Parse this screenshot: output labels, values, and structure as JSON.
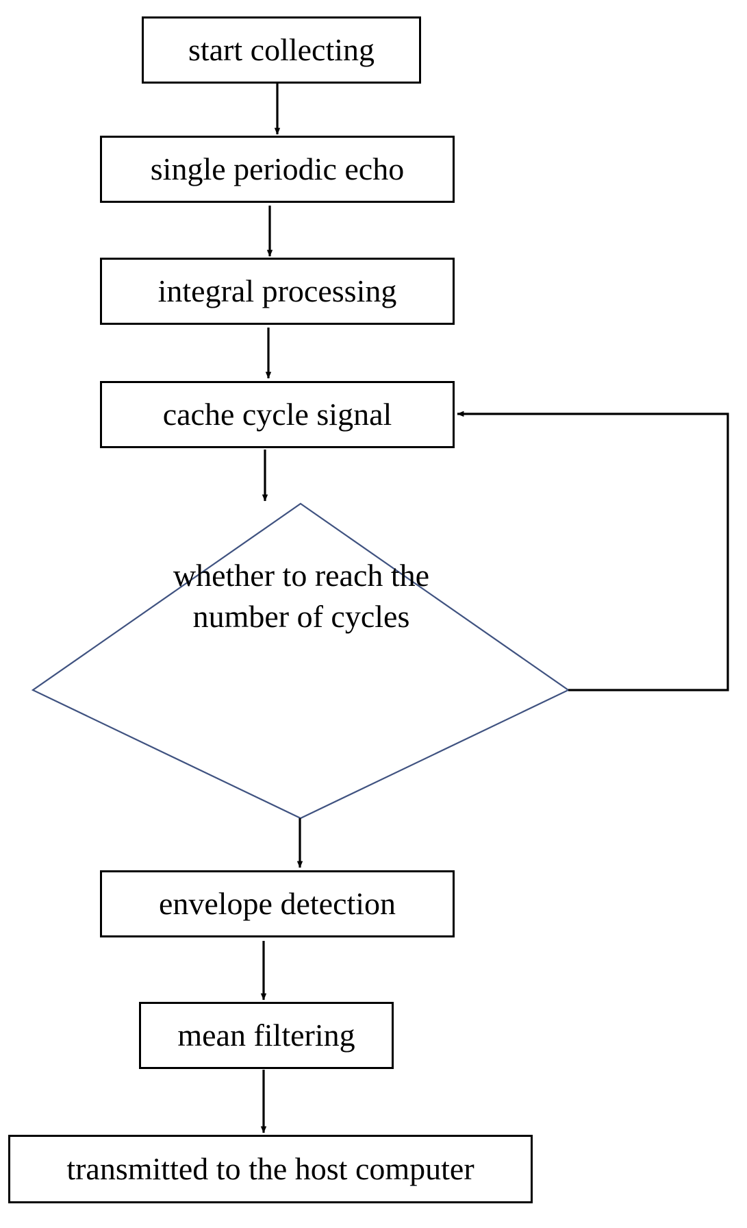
{
  "diagram": {
    "type": "flowchart",
    "title": "signal acquisition and processing flowchart",
    "orientation": "top-to-bottom",
    "colors": {
      "process_border": "#000000",
      "decision_border": "#3f5280",
      "edge": "#000000",
      "text": "#000000",
      "background": "#ffffff"
    },
    "nodes": [
      {
        "id": "start-collecting",
        "shape": "rectangle",
        "label": "start collecting"
      },
      {
        "id": "single-periodic-echo",
        "shape": "rectangle",
        "label": "single  periodic echo"
      },
      {
        "id": "integral-processing",
        "shape": "rectangle",
        "label": "integral processing"
      },
      {
        "id": "cache-cycle-signal",
        "shape": "rectangle",
        "label": "cache cycle signal"
      },
      {
        "id": "whether-to-reach-the-number-of-cycles",
        "shape": "diamond",
        "label": "whether to reach the\nnumber of cycles"
      },
      {
        "id": "envelope-detection",
        "shape": "rectangle",
        "label": "envelope detection"
      },
      {
        "id": "mean-filtering",
        "shape": "rectangle",
        "label": "mean filtering"
      },
      {
        "id": "transmitted-to-the-host-computer",
        "shape": "rectangle",
        "label": "transmitted to the host computer"
      }
    ],
    "edges": [
      {
        "id": "edge-start-to-echo",
        "from": "start-collecting",
        "to": "single-periodic-echo",
        "label": ""
      },
      {
        "id": "edge-echo-to-integral",
        "from": "single-periodic-echo",
        "to": "integral-processing",
        "label": ""
      },
      {
        "id": "edge-integral-to-cache",
        "from": "integral-processing",
        "to": "cache-cycle-signal",
        "label": ""
      },
      {
        "id": "edge-cache-to-decision",
        "from": "cache-cycle-signal",
        "to": "whether-to-reach-the-number-of-cycles",
        "label": ""
      },
      {
        "id": "edge-decision-loop-back",
        "from": "whether-to-reach-the-number-of-cycles",
        "to": "cache-cycle-signal",
        "label": ""
      },
      {
        "id": "edge-decision-to-envelope",
        "from": "whether-to-reach-the-number-of-cycles",
        "to": "envelope-detection",
        "label": ""
      },
      {
        "id": "edge-envelope-to-mean",
        "from": "envelope-detection",
        "to": "mean-filtering",
        "label": ""
      },
      {
        "id": "edge-mean-to-host",
        "from": "mean-filtering",
        "to": "transmitted-to-the-host-computer",
        "label": ""
      }
    ]
  }
}
